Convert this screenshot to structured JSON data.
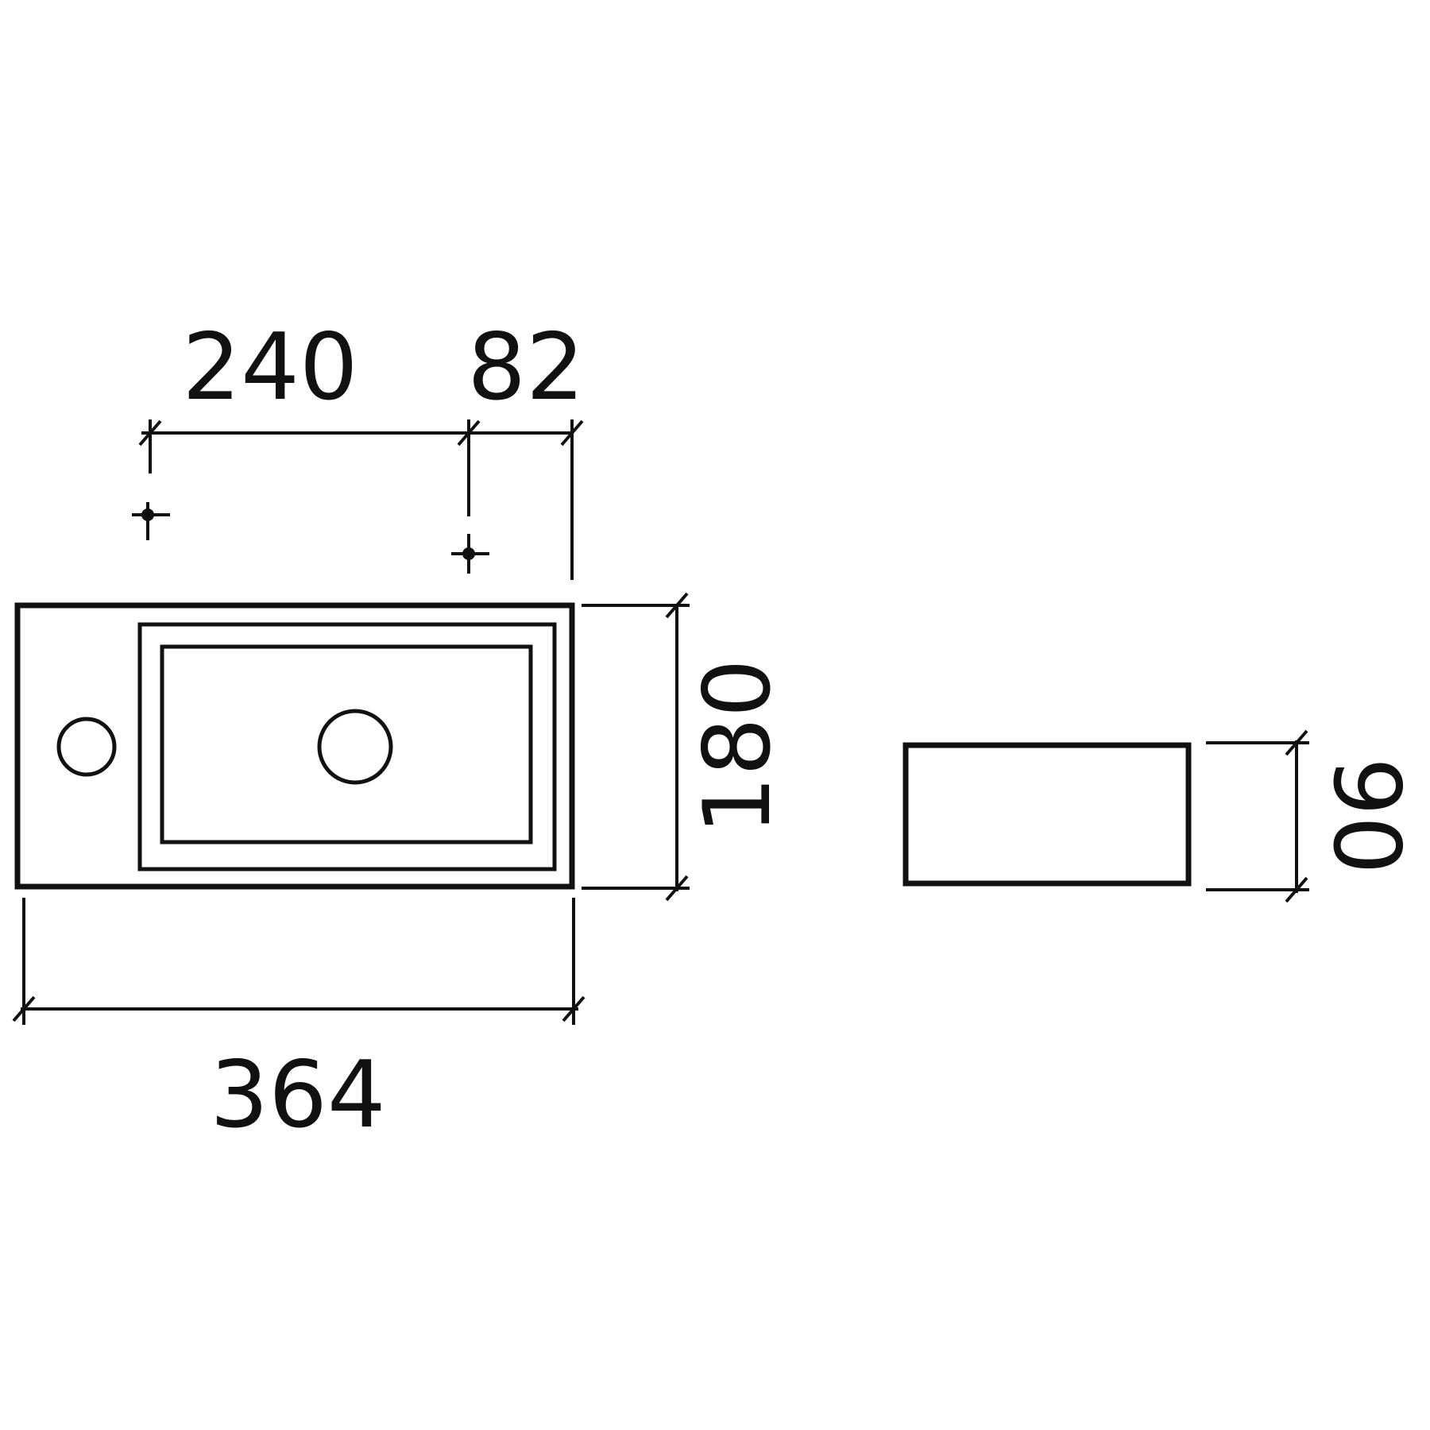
{
  "dimensions": {
    "tap_spacing": "240",
    "tap_to_edge": "82",
    "width": "364",
    "depth": "180",
    "height": "90"
  },
  "colors": {
    "ink": "#111111",
    "background": "#ffffff"
  }
}
